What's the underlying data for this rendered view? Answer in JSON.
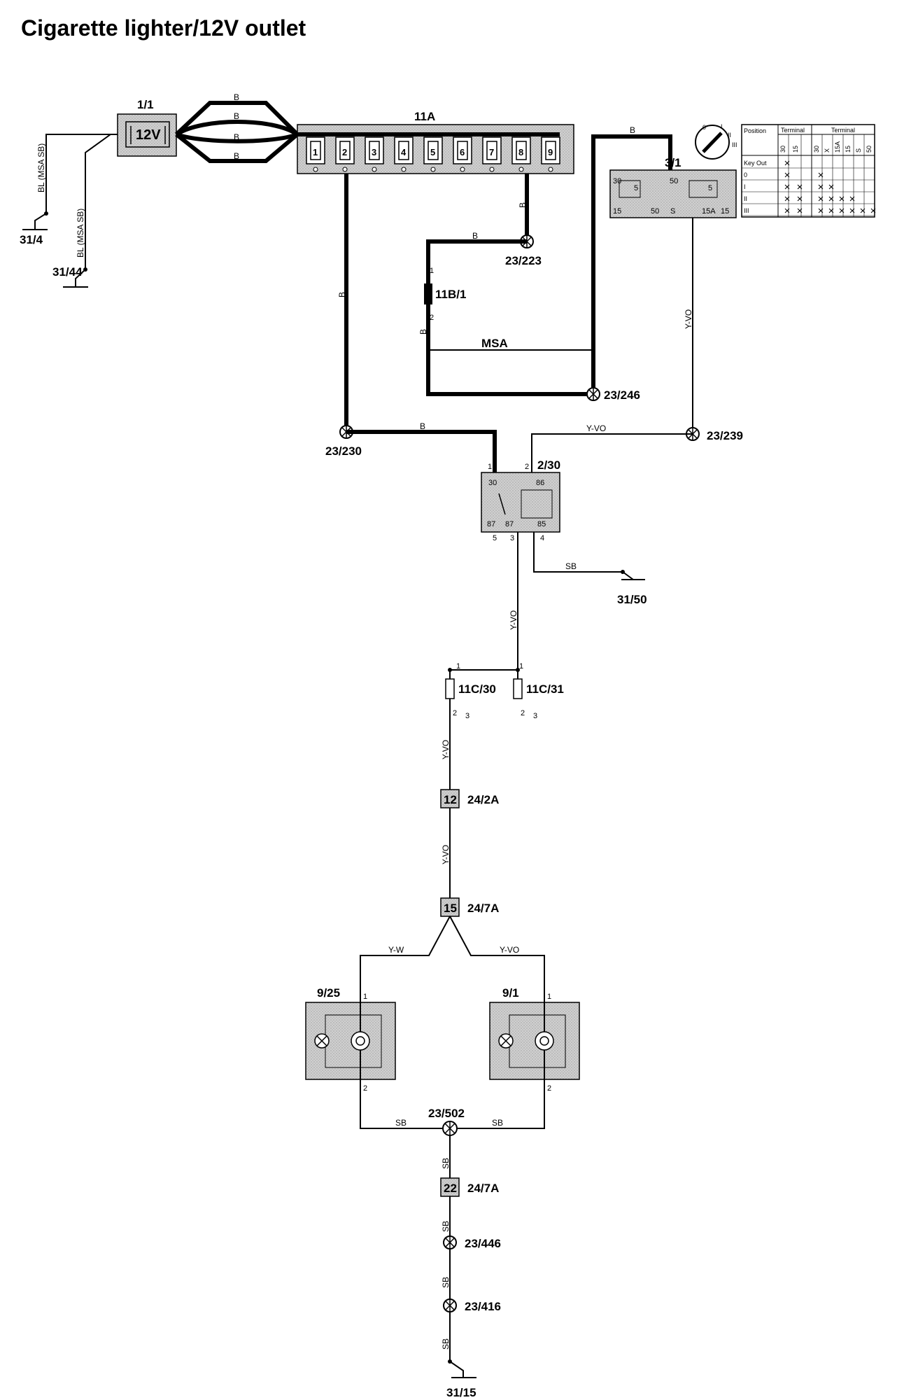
{
  "title": "Cigarette lighter/12V outlet",
  "components": {
    "outlet_1_1": {
      "ref": "1/1",
      "text": "12V"
    },
    "fusebox_11A": {
      "ref": "11A",
      "fuses": [
        "1",
        "2",
        "3",
        "4",
        "5",
        "6",
        "7",
        "8",
        "9"
      ]
    },
    "ignition_3_1": {
      "ref": "3/1",
      "pins": [
        "30",
        "50",
        "15",
        "50",
        "S",
        "15A",
        "15"
      ],
      "mid": [
        "5",
        "5"
      ]
    },
    "ground_31_4": "31/4",
    "ground_31_44": "31/44",
    "connector_23_223": "23/223",
    "fuse_11B_1": {
      "ref": "11B/1",
      "pin1": "1",
      "pin2": "2"
    },
    "msa": "MSA",
    "connector_23_246": "23/246",
    "connector_23_230": "23/230",
    "connector_23_239": "23/239",
    "relay_2_30": {
      "ref": "2/30",
      "pins": [
        "30",
        "86",
        "87",
        "87",
        "85"
      ],
      "nums": [
        "1",
        "2",
        "5",
        "3",
        "4"
      ]
    },
    "ground_31_50": "31/50",
    "fuse_11C_30": {
      "ref": "11C/30",
      "p1": "1",
      "p2": "2",
      "p3": "3"
    },
    "fuse_11C_31": {
      "ref": "11C/31",
      "p1": "1",
      "p2": "2",
      "p3": "3"
    },
    "conn_24_2A": {
      "ref": "24/2A",
      "pin": "12"
    },
    "conn_24_7A_top": {
      "ref": "24/7A",
      "pin": "15"
    },
    "lamp_9_25": {
      "ref": "9/25",
      "p1": "1",
      "p2": "2"
    },
    "lamp_9_1": {
      "ref": "9/1",
      "p1": "1",
      "p2": "2"
    },
    "splice_23_502": "23/502",
    "conn_24_7A_bottom": {
      "ref": "24/7A",
      "pin": "22"
    },
    "conn_23_446": "23/446",
    "conn_23_416": "23/416",
    "ground_31_15": "31/15"
  },
  "wires": {
    "b": "B",
    "bl_msa_sb": "BL (MSA SB)",
    "y_vo": "Y-VO",
    "sb": "SB",
    "y_w": "Y-W"
  },
  "ignition_table": {
    "headers": [
      "Position",
      "Terminal",
      "Terminal"
    ],
    "cols_a": [
      "30",
      "15"
    ],
    "cols_b": [
      "30",
      "X",
      "15A",
      "15",
      "S",
      "50"
    ],
    "rows": [
      "Key Out",
      "0",
      "I",
      "II",
      "III"
    ],
    "switch_marks": [
      "0",
      "I",
      "II",
      "III"
    ]
  }
}
